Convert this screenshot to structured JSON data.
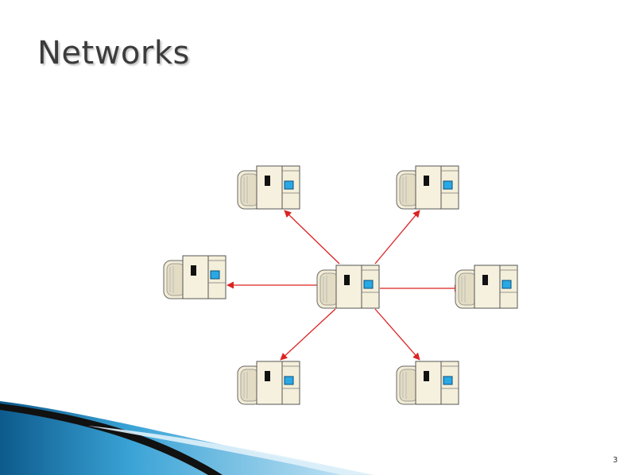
{
  "slide": {
    "title": "Networks",
    "page_number": "3"
  },
  "diagram": {
    "topology": "star",
    "link_color": "#dd2222",
    "computer_colors": {
      "body": "#f2ecd6",
      "outline": "#555555",
      "screen": "#29a8e6"
    },
    "nodes": [
      {
        "id": "hub",
        "icon": "computer-icon"
      },
      {
        "id": "top-left",
        "icon": "computer-icon"
      },
      {
        "id": "top-right",
        "icon": "computer-icon"
      },
      {
        "id": "left",
        "icon": "computer-icon"
      },
      {
        "id": "right",
        "icon": "computer-icon"
      },
      {
        "id": "bottom-left",
        "icon": "computer-icon"
      },
      {
        "id": "bottom-right",
        "icon": "computer-icon"
      }
    ],
    "links": [
      {
        "from": "hub",
        "to": "top-left",
        "arrow": "to"
      },
      {
        "from": "hub",
        "to": "top-right",
        "arrow": "to"
      },
      {
        "from": "hub",
        "to": "left",
        "arrow": "to"
      },
      {
        "from": "hub",
        "to": "right",
        "arrow": "to"
      },
      {
        "from": "hub",
        "to": "bottom-left",
        "arrow": "to"
      },
      {
        "from": "hub",
        "to": "bottom-right",
        "arrow": "to"
      }
    ]
  },
  "theme": {
    "accent_dark": "#0d5a8c",
    "accent_light": "#6fc4ea"
  }
}
